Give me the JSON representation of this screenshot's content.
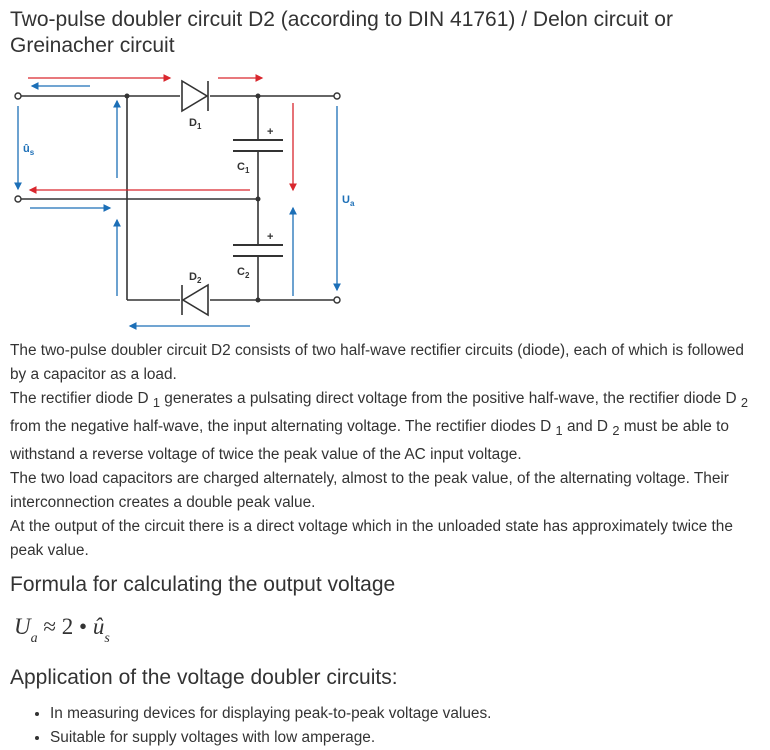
{
  "title": "Two-pulse doubler circuit D2 (according to DIN 41761) / Delon circuit or Greinacher circuit",
  "circuit": {
    "input_label": "û",
    "input_label_sub": "s",
    "output_label": "U",
    "output_label_sub": "a",
    "d1_label": "D",
    "d1_sub": "1",
    "d2_label": "D",
    "d2_sub": "2",
    "c1_label": "C",
    "c1_sub": "1",
    "c2_label": "C",
    "c2_sub": "2",
    "plus_sign": "+",
    "colors": {
      "wire": "#333333",
      "red_arrow": "#d9272e",
      "blue_arrow": "#1c6fb7"
    }
  },
  "paragraphs": {
    "p1": "The two-pulse doubler circuit D2 consists of two half-wave rectifier circuits (diode), each of which is followed by a capacitor as a load.",
    "p2": {
      "a": "The rectifier diode D ",
      "s1": "1",
      "b": " generates a pulsating direct voltage from the positive half-wave, the rectifier diode D ",
      "s2": "2",
      "c": " from the negative half-wave, the input alternating voltage. The rectifier diodes D ",
      "s3": "1",
      "d": " and D ",
      "s4": "2",
      "e": " must be able to withstand a reverse voltage of twice the peak value of the AC input voltage."
    },
    "p3": "The two load capacitors are charged alternately, almost to the peak value, of the alternating voltage. Their interconnection creates a double peak value.",
    "p4": "At the output of the circuit there is a direct voltage which in the unloaded state has approximately twice the peak value."
  },
  "formula_heading": "Formula for calculating the output voltage",
  "formula": {
    "lhs": "U",
    "lhs_sub": "a",
    "op": "≈",
    "factor": "2",
    "dot": "•",
    "rhs": "û",
    "rhs_sub": "s"
  },
  "application_heading": "Application of the voltage doubler circuits:",
  "bullets": [
    "In measuring devices for displaying peak-to-peak voltage values.",
    "Suitable for supply voltages with low amperage."
  ]
}
